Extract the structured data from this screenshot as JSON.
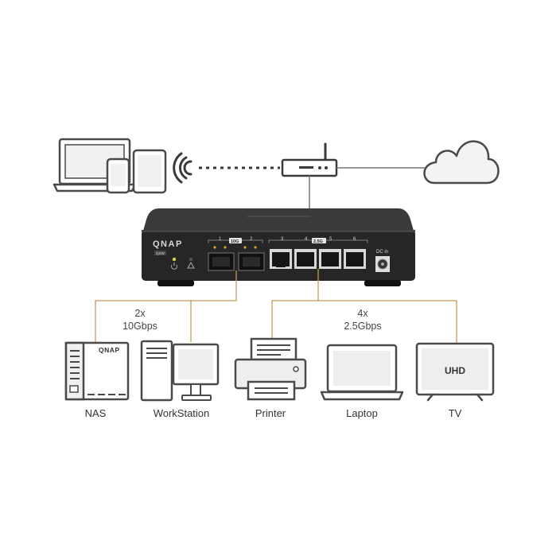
{
  "switch": {
    "brand": "QNAP",
    "model_badge": "QSW",
    "port_group_10g_label": "10G",
    "port_group_25g_label": "2.5G",
    "port_numbers": [
      "1",
      "2",
      "3",
      "4",
      "5",
      "6"
    ],
    "dc_label": "DC in"
  },
  "links": {
    "left_speed_count": "2x",
    "left_speed": "10Gbps",
    "right_speed_count": "4x",
    "right_speed": "2.5Gbps"
  },
  "devices": [
    {
      "label": "NAS",
      "icon": "nas-icon",
      "brand": "QNAP"
    },
    {
      "label": "WorkStation",
      "icon": "workstation-icon"
    },
    {
      "label": "Printer",
      "icon": "printer-icon"
    },
    {
      "label": "Laptop",
      "icon": "laptop-icon"
    },
    {
      "label": "TV",
      "icon": "tv-icon",
      "screen_text": "UHD"
    }
  ],
  "colors": {
    "link_line": "#c89a5a",
    "outline": "#4a4a4a",
    "fill_light": "#eeeeee",
    "switch_body": "#2b2b2b"
  }
}
